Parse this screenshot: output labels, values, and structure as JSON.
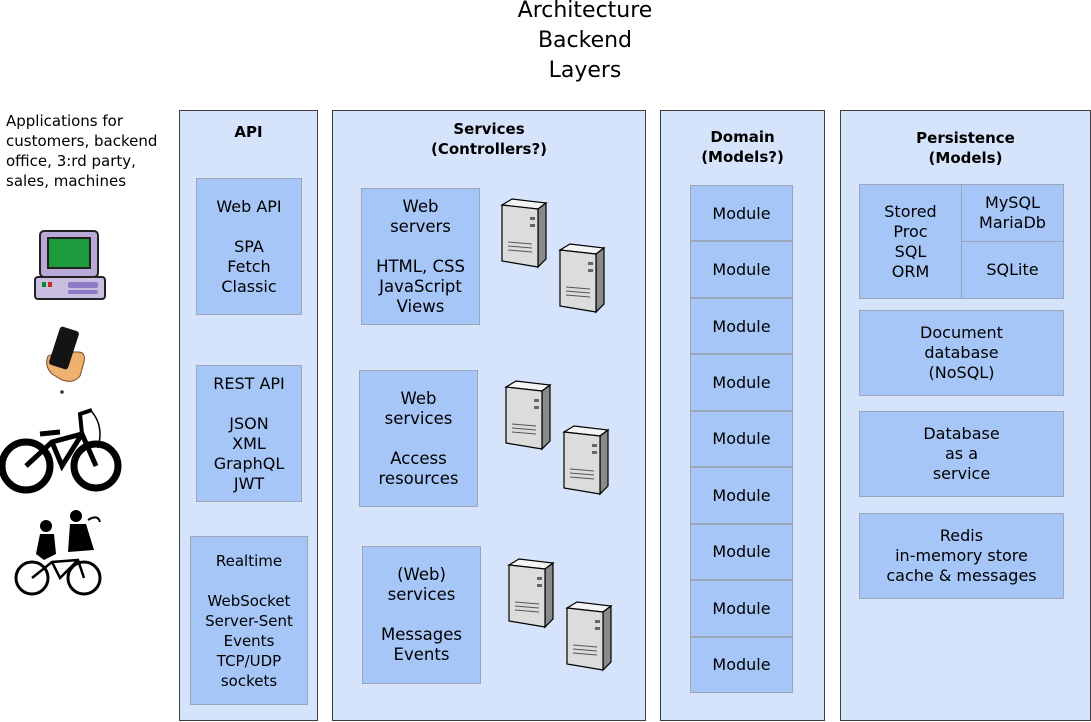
{
  "title": "Architecture\nBackend\nLayers",
  "clients": {
    "text": "Applications for customers, backend office, 3:rd party, sales, machines",
    "icons": [
      "desktop-computer-icon",
      "smartphone-in-hand-icon",
      "bicycle-icon",
      "people-on-bicycle-icon"
    ]
  },
  "api": {
    "heading": "API",
    "boxes": [
      "Web API\n\nSPA\nFetch\nClassic",
      "REST API\n\nJSON\nXML\nGraphQL\nJWT",
      "Realtime\n\nWebSocket\nServer-Sent\nEvents\nTCP/UDP\nsockets"
    ]
  },
  "services": {
    "heading": "Services\n(Controllers?)",
    "boxes": [
      "Web\nservers\n\nHTML, CSS\nJavaScript\nViews",
      "Web\nservices\n\nAccess\nresources",
      "(Web)\nservices\n\nMessages\nEvents"
    ]
  },
  "domain": {
    "heading": "Domain\n(Models?)",
    "modules": [
      "Module",
      "Module",
      "Module",
      "Module",
      "Module",
      "Module",
      "Module",
      "Module",
      "Module"
    ]
  },
  "persistence": {
    "heading": "Persistence\n(Models)",
    "stored_proc": "Stored\nProc\nSQL\nORM",
    "mysql": "MySQL\nMariaDb",
    "sqlite": "SQLite",
    "boxes": [
      "Document\ndatabase\n(NoSQL)",
      "Database\nas a\nservice",
      "Redis\nin-memory store\ncache & messages"
    ]
  },
  "colors": {
    "column_fill": "#d6e4fb",
    "box_fill": "#a6c6f7",
    "border": "#3f3f3f"
  }
}
